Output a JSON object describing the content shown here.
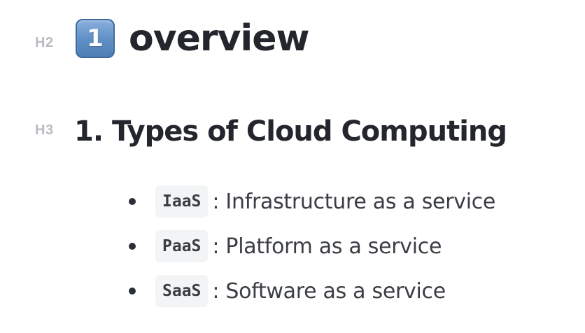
{
  "h2": {
    "marker": "H2",
    "keycap": "1",
    "title": "overview"
  },
  "h3": {
    "marker": "H3",
    "title": "1. Types of Cloud Computing"
  },
  "list": [
    {
      "code": "IaaS",
      "desc": ": Infrastructure as a service"
    },
    {
      "code": "PaaS",
      "desc": ": Platform as a service"
    },
    {
      "code": "SaaS",
      "desc": ": Software as a service"
    }
  ]
}
